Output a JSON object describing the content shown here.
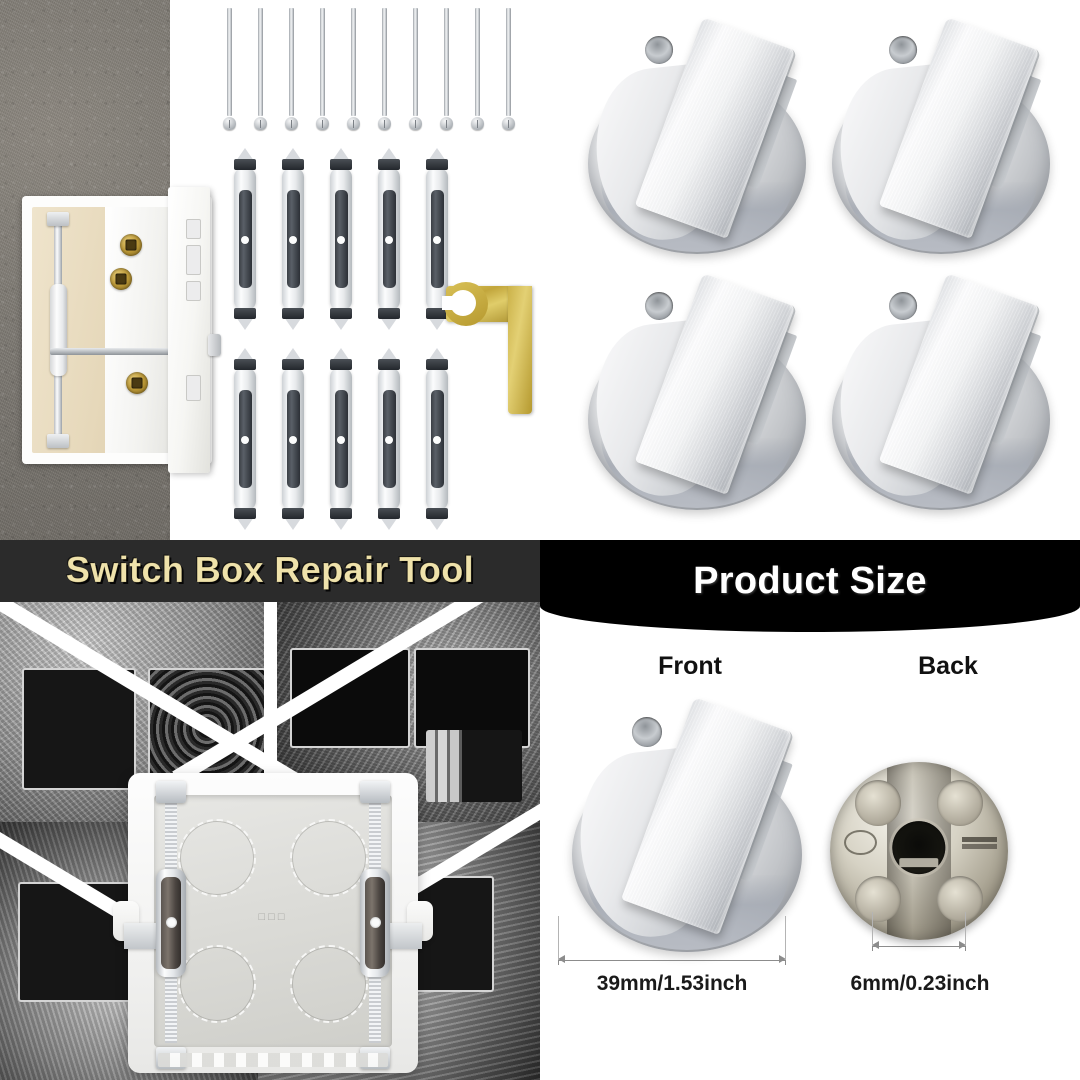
{
  "panels": {
    "top_left": {
      "name": "Switch box repair kit contents",
      "components": {
        "wall_cutaway": "cutaway-switch-box-in-wall",
        "long_screws_count": 10,
        "repair_struts_row1_count": 5,
        "repair_struts_row2_count": 5,
        "wrench": "brass-l-shaped-open-end-wrench"
      }
    },
    "top_right": {
      "name": "Four stainless steel control knobs",
      "knob_count": 4
    },
    "bottom_left": {
      "banner_title": "Switch Box Repair Tool",
      "banner_bg": "#2b2b2b",
      "banner_text_color": "#efe2ab",
      "photo_collage": [
        "damaged-switch-box-open-wall",
        "switch-box-cavity-with-coiled-wires",
        "double-gang-box-broken-in-wall",
        "wall-cavity-with-conduit-pipes",
        "cracked-plaster-switch-box"
      ],
      "hero_product": "white-switch-box-with-repair-struts"
    },
    "bottom_right": {
      "banner_title": "Product Size",
      "banner_bg": "#000000",
      "banner_text_color": "#ffffff",
      "views": [
        {
          "label": "Front",
          "dimension": "39mm/1.53inch"
        },
        {
          "label": "Back",
          "dimension": "6mm/0.23inch"
        }
      ]
    }
  },
  "colors": {
    "wall_gray": "#7e7a73",
    "brass_gold": "#c2a63c",
    "knob_steel": "#d3d5d8",
    "knob_skirt": "#a8adb6",
    "strut_dark": "#41464d",
    "banner_dark": "#2b2b2b",
    "banner_black": "#000000",
    "title_cream": "#efe2ab",
    "dimension_line": "#8c8c8c"
  }
}
